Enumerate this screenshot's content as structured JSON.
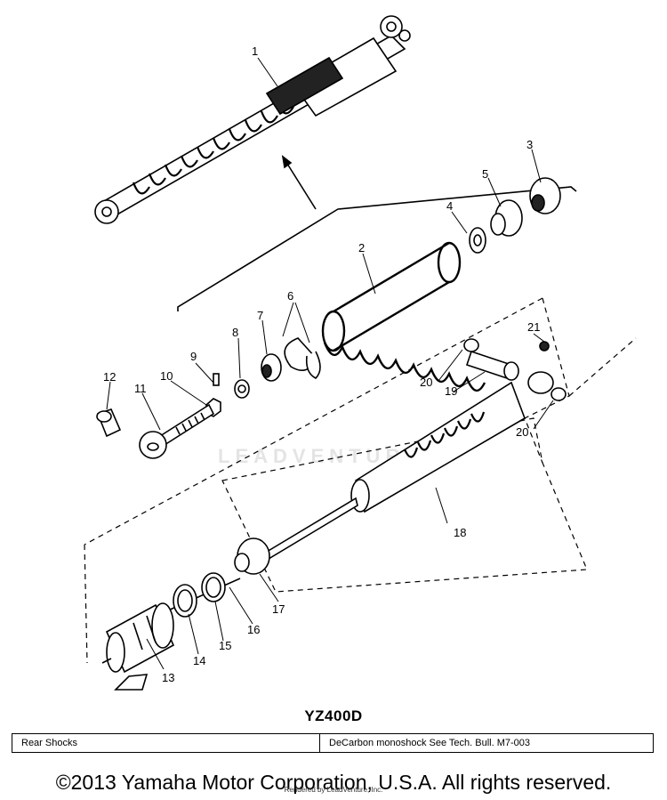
{
  "diagram": {
    "callouts": [
      {
        "id": "1",
        "text": "1"
      },
      {
        "id": "2",
        "text": "2"
      },
      {
        "id": "3",
        "text": "3"
      },
      {
        "id": "4",
        "text": "4"
      },
      {
        "id": "5",
        "text": "5"
      },
      {
        "id": "6",
        "text": "6"
      },
      {
        "id": "7",
        "text": "7"
      },
      {
        "id": "8",
        "text": "8"
      },
      {
        "id": "9",
        "text": "9"
      },
      {
        "id": "10",
        "text": "10"
      },
      {
        "id": "11",
        "text": "11"
      },
      {
        "id": "12",
        "text": "12"
      },
      {
        "id": "13",
        "text": "13"
      },
      {
        "id": "14",
        "text": "14"
      },
      {
        "id": "15",
        "text": "15"
      },
      {
        "id": "16",
        "text": "16"
      },
      {
        "id": "17",
        "text": "17"
      },
      {
        "id": "18",
        "text": "18"
      },
      {
        "id": "19",
        "text": "19"
      },
      {
        "id": "20a",
        "text": "20"
      },
      {
        "id": "20b",
        "text": "20"
      },
      {
        "id": "21",
        "text": "21"
      }
    ],
    "watermark": "LEADVENTURE"
  },
  "model": "YZ400D",
  "caption": {
    "left": "Rear Shocks",
    "right": "DeCarbon monoshock See Tech. Bull. M7-003"
  },
  "copyright": "©2013 Yamaha Motor Corporation, U.S.A. All rights reserved.",
  "rendered_by": "Rendered by LeadVenture, Inc."
}
